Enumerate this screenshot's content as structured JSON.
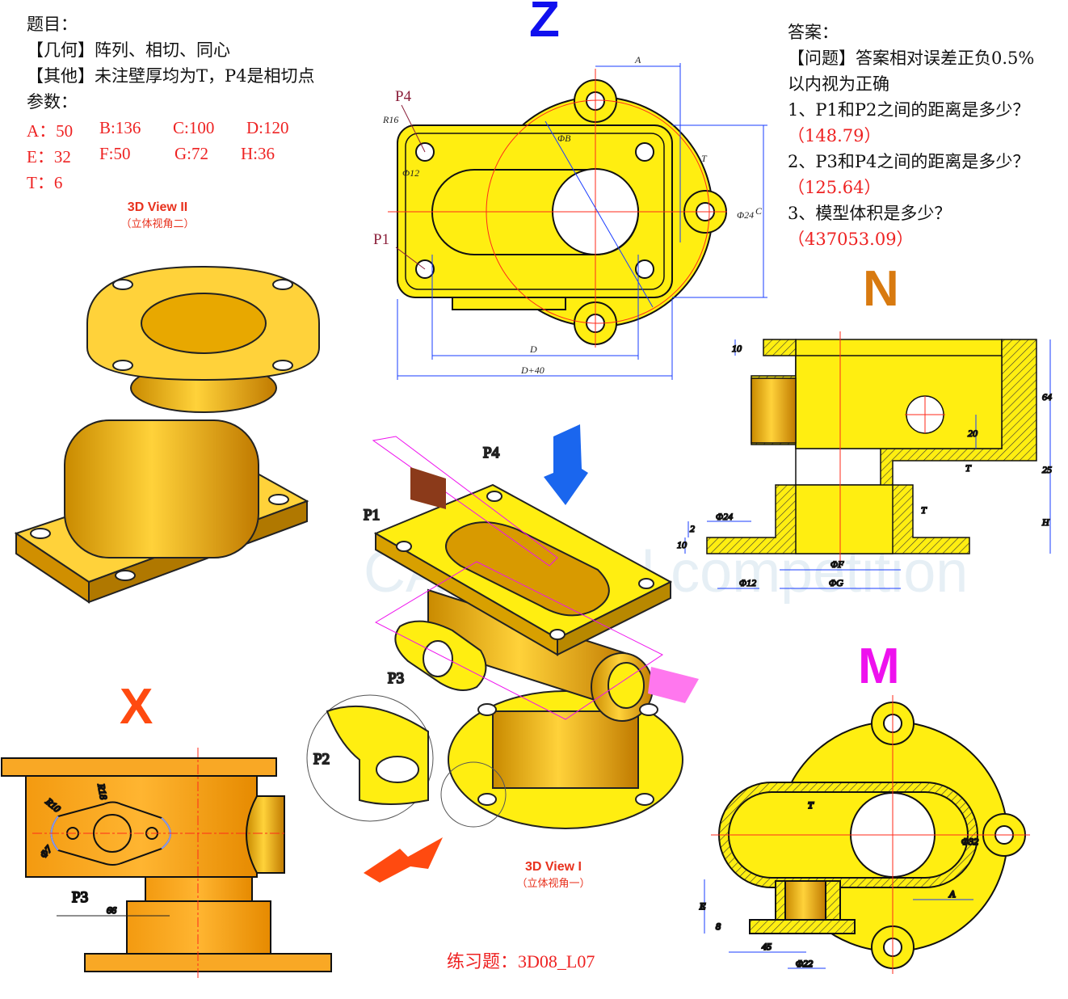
{
  "question": {
    "heading": "题目：",
    "geometry": "【几何】阵列、相切、同心",
    "other": "【其他】未注壁厚均为T，P4是相切点",
    "params_heading": "参数：",
    "params": [
      {
        "text": "A：50"
      },
      {
        "text": "B:136"
      },
      {
        "text": "C:100"
      },
      {
        "text": "D:120"
      },
      {
        "text": "E：32"
      },
      {
        "text": "F:50"
      },
      {
        "text": "G:72"
      },
      {
        "text": "H:36"
      },
      {
        "text": "T：6"
      }
    ]
  },
  "answer": {
    "heading": "答案：",
    "note_line1": "【问题】答案相对误差正负0.5%",
    "note_line2": "以内视为正确",
    "q1": "1、P1和P2之间的距离是多少？",
    "a1": "（148.79）",
    "q2": "2、P3和P4之间的距离是多少？",
    "a2": "（125.64）",
    "q3": "3、模型体积是多少？",
    "a3": "（437053.09）"
  },
  "views": {
    "z_letter": "Z",
    "n_letter": "N",
    "m_letter": "M",
    "x_letter": "X",
    "view2_title": "3D View II",
    "view2_sub": "（立体视角二）",
    "view1_title": "3D View I",
    "view1_sub": "（立体视角一）"
  },
  "points": {
    "p1": "P1",
    "p2": "P2",
    "p3": "P3",
    "p4": "P4"
  },
  "dims_top": {
    "a": "A",
    "b": "ΦB",
    "c": "C",
    "d": "D",
    "d40": "D+40",
    "phi24": "Φ24",
    "r16": "R16",
    "phi12": "Φ12",
    "t": "T"
  },
  "dims_section_n": {
    "d10a": "10",
    "d64": "64",
    "d20": "20",
    "d25": "25",
    "t1": "T",
    "t2": "T",
    "h": "H",
    "phi24": "Φ24",
    "d2": "2",
    "d10b": "10",
    "phif": "ΦF",
    "phig": "ΦG",
    "phi12": "Φ12"
  },
  "dims_x": {
    "r18": "R18",
    "r10": "R10",
    "phi7": "Φ7",
    "d66": "66"
  },
  "dims_m": {
    "t": "T",
    "phi32": "Φ32",
    "a": "A",
    "e": "E",
    "d8": "8",
    "d45": "45",
    "phi22": "Φ22"
  },
  "watermark": "CAD digital competition",
  "exercise_title": "练习题：3D08_L07",
  "colors": {
    "part_yellow": "#ffee11",
    "part_orange": "#f9a825",
    "center_line": "#ff2a1a",
    "dimension": "#1a3cff",
    "z": "#1010ee",
    "n": "#d87a10",
    "m": "#ee11ee",
    "x": "#ff4a10"
  }
}
